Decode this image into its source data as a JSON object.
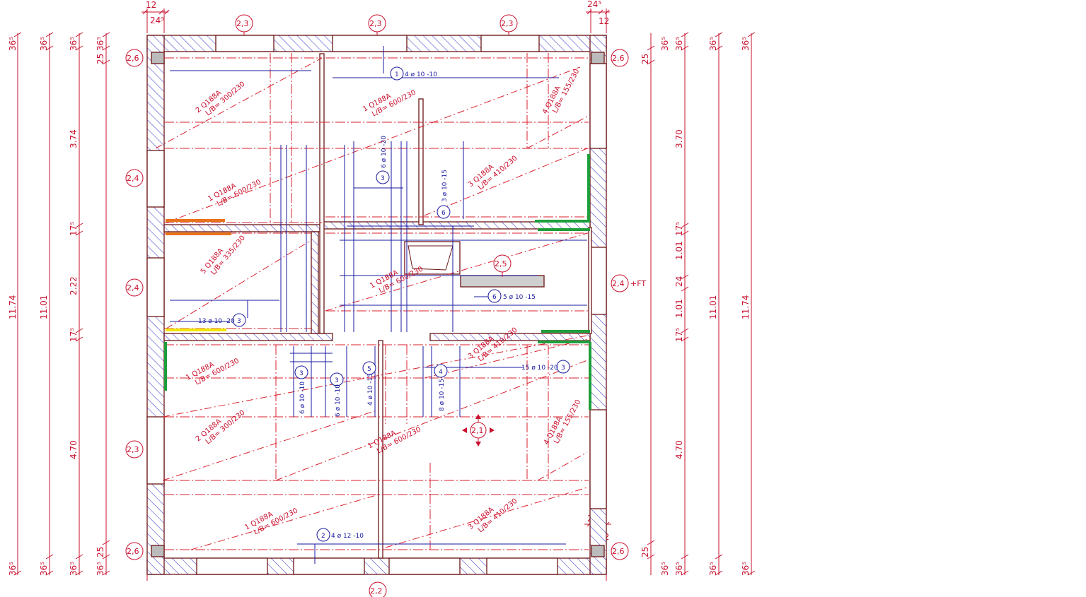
{
  "colors": {
    "wall": "#6b1515",
    "hatch": "#3a3acc",
    "mesh": "#d8202e",
    "rebar": "#1a1aa0",
    "dimension": "#c8102e",
    "edge_green": "#1f9e3c",
    "edge_orange": "#e8731c",
    "edge_yellow": "#f2e600"
  },
  "dimensions": {
    "top_left_12": "12",
    "top_left_245": "24⁵",
    "top_right_245": "24⁵",
    "top_right_12": "12",
    "mid_right_245": "24⁵",
    "mid_right_12": "12",
    "left_outer": [
      "36⁵",
      "11.74",
      "36⁵"
    ],
    "left_inner": [
      "36⁵",
      "11.01",
      "36⁵"
    ],
    "left_rooms": [
      "36⁵",
      "3.74",
      "17⁵",
      "2.22",
      "17⁵",
      "4.70",
      "36⁵"
    ],
    "left_small": [
      "36⁵",
      "25",
      "25",
      "36⁵"
    ],
    "right_small": [
      "25",
      "25"
    ],
    "right_rooms": [
      "36⁵",
      "3.70",
      "17⁵",
      "1.01",
      "24",
      "1.01",
      "17⁵",
      "4.70",
      "36⁵"
    ],
    "right_inner": [
      "36⁵",
      "11.01",
      "36⁵"
    ],
    "right_outer": [
      "36⁵",
      "11.74",
      "36⁵"
    ]
  },
  "height_markers": {
    "top": [
      "2,3",
      "2,3",
      "2,3"
    ],
    "left": [
      "2,6",
      "2,4",
      "2,4",
      "2,3",
      "2,6"
    ],
    "right": [
      "2,6",
      "2,4",
      "2,6"
    ],
    "right_suffix": "+FT",
    "bottom": "2,2",
    "center": "2,5",
    "slope": "2,1"
  },
  "mesh_labels": [
    {
      "num": "2",
      "type": "Q188A",
      "lb": "L/B= 300/230"
    },
    {
      "num": "1",
      "type": "Q188A",
      "lb": "L/B= 600/230"
    },
    {
      "num": "4",
      "type": "Q188A",
      "lb": "L/B= 155/230"
    },
    {
      "num": "1",
      "type": "Q188A",
      "lb": "L/B= 600/230"
    },
    {
      "num": "3",
      "type": "Q188A",
      "lb": "L/B= 410/230"
    },
    {
      "num": "5",
      "type": "Q188A",
      "lb": "L/B= 335/230"
    },
    {
      "num": "1",
      "type": "Q188A",
      "lb": "L/B= 600/230"
    },
    {
      "num": "1",
      "type": "Q188A",
      "lb": "L/B= 600/230"
    },
    {
      "num": "3",
      "type": "Q188A",
      "lb": "L/B= 410/230"
    },
    {
      "num": "2",
      "type": "Q188A",
      "lb": "L/B= 300/230"
    },
    {
      "num": "1",
      "type": "Q188A",
      "lb": "L/B= 600/230"
    },
    {
      "num": "4",
      "type": "Q188A",
      "lb": "L/B= 155/230"
    },
    {
      "num": "1",
      "type": "Q188A",
      "lb": "L/B= 600/230"
    },
    {
      "num": "3",
      "type": "Q188A",
      "lb": "L/B= 410/230"
    }
  ],
  "rebar_labels": [
    {
      "pos": "1",
      "text": "4 ø 10 -10"
    },
    {
      "pos": "3",
      "text": "6 ø 10 -20"
    },
    {
      "pos": "6",
      "text": "3 ø 10 -15"
    },
    {
      "pos": "6",
      "text": "5 ø 10 -15"
    },
    {
      "pos": "3",
      "text": "13 ø 10 -20"
    },
    {
      "pos": "3",
      "text": "6 ø 10 -10"
    },
    {
      "pos": "3",
      "text": "6 ø 10 -10"
    },
    {
      "pos": "5",
      "text": "4 ø 10 -15"
    },
    {
      "pos": "4",
      "text": "8 ø 10 -15"
    },
    {
      "pos": "3",
      "text": "15 ø 10 -20"
    },
    {
      "pos": "2",
      "text": "4 ø 12 -10"
    }
  ]
}
